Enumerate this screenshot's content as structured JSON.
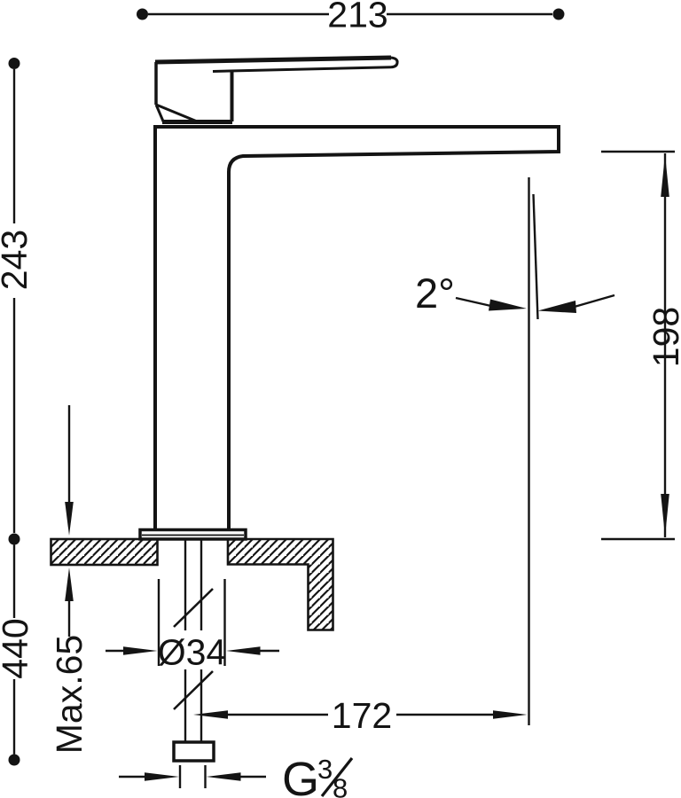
{
  "drawing": {
    "background": "#ffffff",
    "line_color": "#141414",
    "labels": {
      "spout_reach": "213",
      "total_height": "243",
      "outlet_height": "198",
      "stream_angle": "2°",
      "under_counter_length": "440",
      "max_deck_thickness": "Max.65",
      "hole_diameter": "Ø34",
      "outlet_offset": "172",
      "thread_letter": "G",
      "thread_numerator": "3",
      "thread_denominator": "8"
    }
  }
}
